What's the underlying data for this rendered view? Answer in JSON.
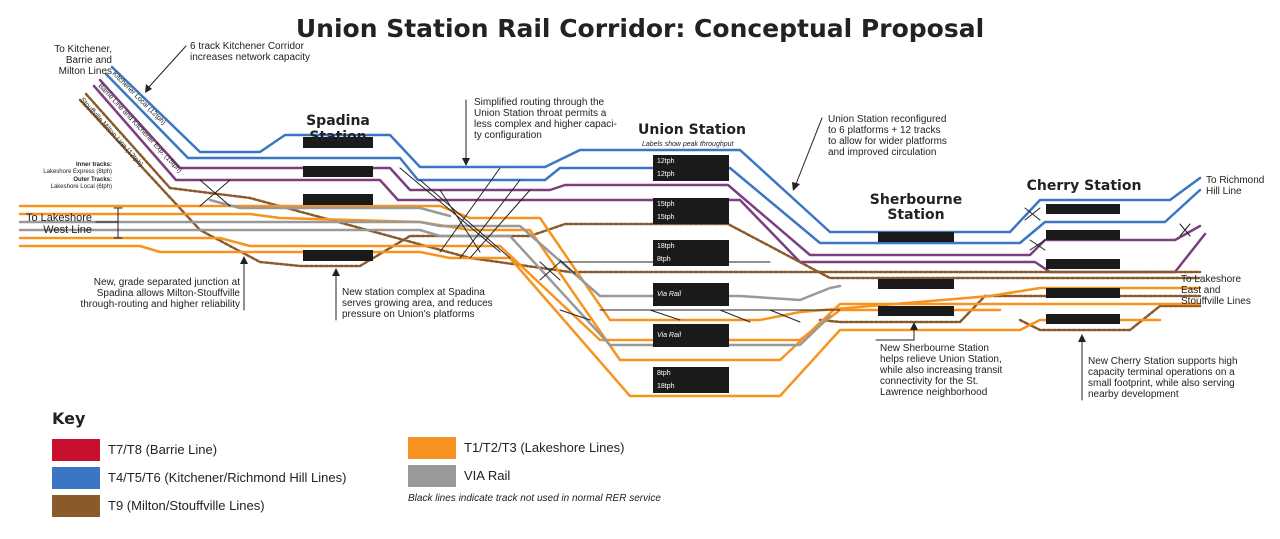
{
  "title": "Union Station Rail Corridor: Conceptual Proposal",
  "stations": {
    "spadina": "Spadina Station",
    "union": "Union Station",
    "union_sub": "Labels show peak throughput",
    "sherbourne_1": "Sherbourne",
    "sherbourne_2": "Station",
    "cherry": "Cherry Station"
  },
  "platform_labels": {
    "p1a": "12tph",
    "p1b": "12tph",
    "p2a": "15tph",
    "p2b": "15tph",
    "p3a": "18tph",
    "p3b": "8tph",
    "p4": "Via Rail",
    "p5": "Via Rail",
    "p6a": "8tph",
    "p6b": "18tph"
  },
  "track_labels": {
    "kitchener": "Kitchener Local (12tph)",
    "barrie": "Barrie Line and Kitchener Exp. (15tph)",
    "stouffville": "Stouffville Milton Line (12tph)"
  },
  "lakeshore_tracks": {
    "inner_head": "Inner tracks:",
    "inner_val": "Lakeshore Express (8tph)",
    "outer_head": "Outer Tracks:",
    "outer_val": "Lakeshore Local (6tph)"
  },
  "endpoints": {
    "kitchener_1": "To Kitchener,",
    "kitchener_2": "Barrie and",
    "kitchener_3": "Milton Lines",
    "lakeshore_west_1": "To Lakeshore",
    "lakeshore_west_2": "West Line",
    "richmond_1": "To Richmond",
    "richmond_2": "Hill Line",
    "lakeshore_east_1": "To Lakeshore",
    "lakeshore_east_2": "East and",
    "lakeshore_east_3": "Stouffville Lines"
  },
  "notes": {
    "six_track_1": "6 track Kitchener Corridor",
    "six_track_2": "increases network capacity",
    "simplified_1": "Simplified routing through the",
    "simplified_2": "Union Station throat permits a",
    "simplified_3": "less complex and higher capaci-",
    "simplified_4": "ty configuration",
    "union_reconf_1": "Union Station reconfigured",
    "union_reconf_2": "to 6 platforms + 12 tracks",
    "union_reconf_3": "to allow for wider platforms",
    "union_reconf_4": "and improved circulation",
    "junction_1": "New, grade separated junction at",
    "junction_2": "Spadina allows Milton-Stouffville",
    "junction_3": "through-routing and higher reliability",
    "spadina_complex_1": "New station complex at Spadina",
    "spadina_complex_2": "serves growing area, and reduces",
    "spadina_complex_3": "pressure on Union's platforms",
    "sherbourne_1": "New Sherbourne Station",
    "sherbourne_2": "helps relieve Union Station,",
    "sherbourne_3": "while also increasing transit",
    "sherbourne_4": "connectivity for the St.",
    "sherbourne_5": "Lawrence neighborhood",
    "cherry_1": "New Cherry Station supports high",
    "cherry_2": "capacity terminal operations on a",
    "cherry_3": "small footprint, while also serving",
    "cherry_4": "nearby development"
  },
  "key": {
    "title": "Key",
    "items": [
      {
        "label": "T7/T8 (Barrie Line)",
        "color": "#c8102e"
      },
      {
        "label": "T4/T5/T6 (Kitchener/Richmond Hill Lines)",
        "color": "#3a76c4"
      },
      {
        "label": "T9 (Milton/Stouffville Lines)",
        "color": "#8b5a2b"
      },
      {
        "label": "T1/T2/T3 (Lakeshore Lines)",
        "color": "#f7931e"
      },
      {
        "label": "VIA Rail",
        "color": "#999999"
      }
    ],
    "note": "Black lines indicate track not used in normal RER service"
  },
  "colors": {
    "blue": "#3a76c4",
    "purple": "#7b3f7f",
    "brown": "#8b5a2b",
    "orange": "#f7931e",
    "grey": "#999999",
    "black": "#222222"
  }
}
